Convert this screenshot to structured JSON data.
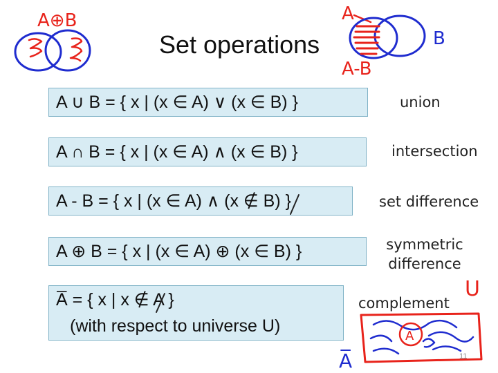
{
  "slide": {
    "title": "Set operations",
    "page_number": "11"
  },
  "formulas": [
    {
      "expr": "A ∪ B = { x | (x ∈ A) ∨ (x ∈ B) }",
      "label": "union"
    },
    {
      "expr": "A ∩ B = { x | (x ∈ A) ∧ (x ∈ B) }",
      "label": "intersection"
    },
    {
      "expr": "A - B = { x | (x ∈ A) ∧ (x ∉ B) }",
      "label": "set difference"
    },
    {
      "expr": "A ⊕ B = { x | (x ∈ A) ⊕ (x ∈ B) }",
      "label": "symmetric difference"
    },
    {
      "expr": "A̅ = { x | x ∉ A }",
      "expr_line2": "(with respect to universe U)",
      "label": "complement"
    }
  ],
  "annotations": {
    "top_left": "A⊕B",
    "top_right_a": "A",
    "top_right_b": "B",
    "top_right_diff": "A-B",
    "universe": "U",
    "venn_a": "A",
    "complement_mark": "A̅"
  },
  "colors": {
    "ink_red": "#e8231b",
    "ink_blue": "#1f2ccf",
    "box_fill": "#d8ecf4"
  }
}
